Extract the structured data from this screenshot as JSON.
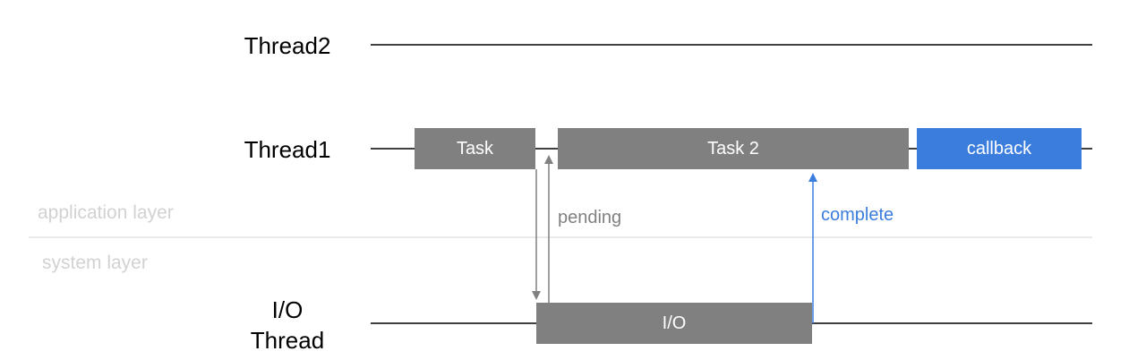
{
  "threads": {
    "thread2": "Thread2",
    "thread1": "Thread1",
    "io_line1": "I/O",
    "io_line2": "Thread"
  },
  "layers": {
    "application": "application layer",
    "system": "system layer"
  },
  "boxes": {
    "task": "Task",
    "task2": "Task 2",
    "callback": "callback",
    "io": "I/O"
  },
  "arrows": {
    "pending": "pending",
    "complete": "complete"
  },
  "colors": {
    "task_box": "#808080",
    "callback_box": "#3b7ddd",
    "complete_arrow": "#3b7ddd",
    "pending_arrow": "#808080",
    "timeline": "#000000",
    "divider": "#e4e4e4",
    "layer_text": "#d2d2d2"
  }
}
